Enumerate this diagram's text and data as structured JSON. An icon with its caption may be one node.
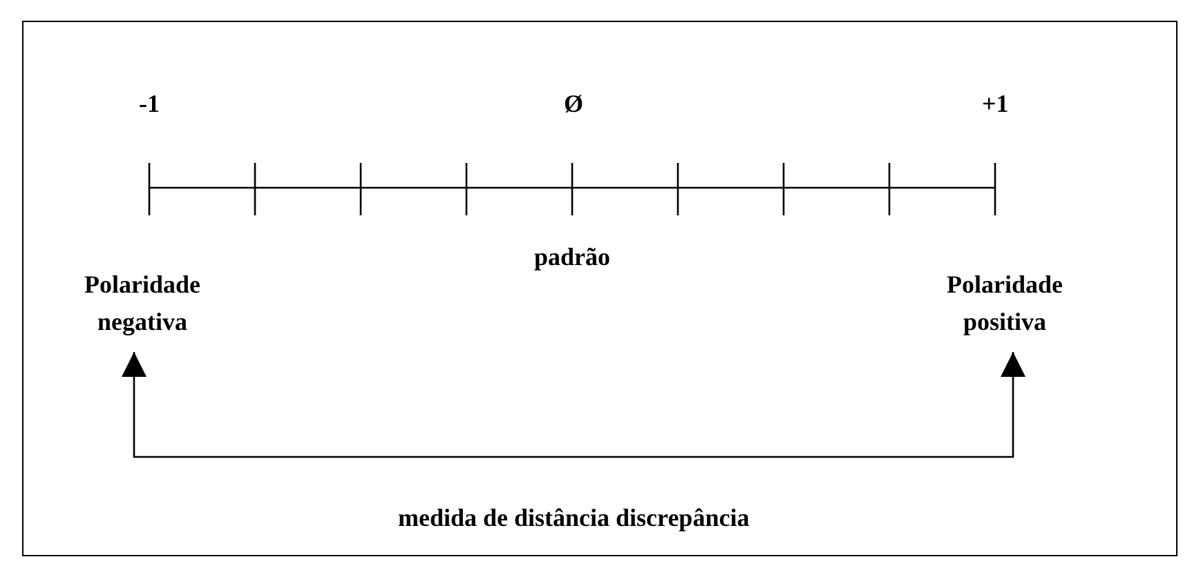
{
  "diagram": {
    "nodes": [
      {
        "text": [
          "Polaridade negativa"
        ]
      },
      {
        "text": [
          "Polaridade positiva"
        ]
      }
    ],
    "edges": [
      {
        "from": 0,
        "to": 1,
        "arrow": "both",
        "label": "medida de distância discrepância"
      }
    ],
    "labels": [
      "-1",
      "Ø",
      "+1",
      "padrão"
    ]
  }
}
